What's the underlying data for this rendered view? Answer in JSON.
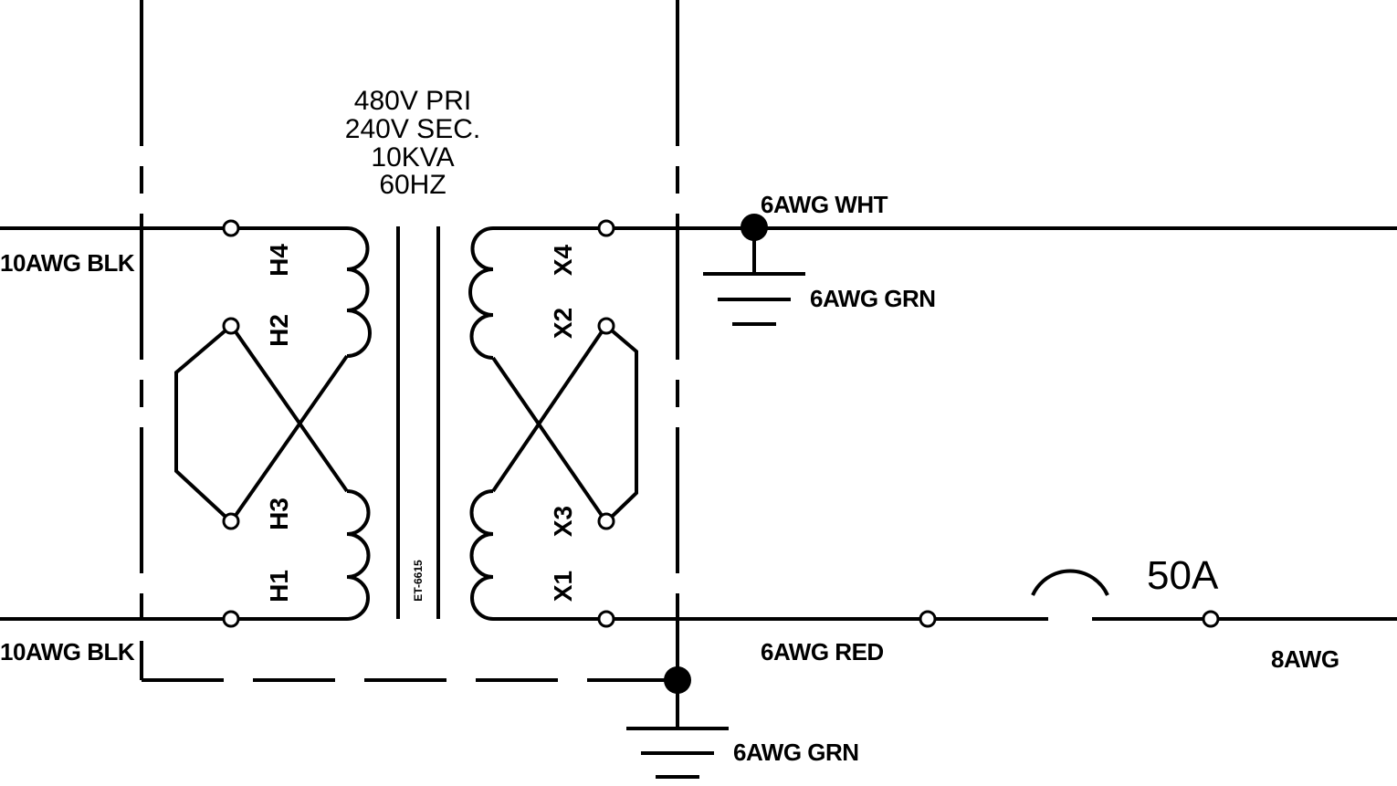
{
  "transformer": {
    "spec_lines": [
      "480V PRI",
      "240V SEC.",
      "10KVA",
      "60HZ"
    ],
    "model": "ET-6615",
    "primary_terminals": [
      "H4",
      "H2",
      "H3",
      "H1"
    ],
    "secondary_terminals": [
      "X4",
      "X2",
      "X3",
      "X1"
    ]
  },
  "wires": {
    "primary_top": "10AWG BLK",
    "primary_bottom": "10AWG BLK",
    "secondary_neutral": "6AWG WHT",
    "neutral_ground": "6AWG GRN",
    "secondary_hot": "6AWG RED",
    "enclosure_ground": "6AWG GRN",
    "load_out": "8AWG"
  },
  "breaker": {
    "rating": "50A"
  },
  "colors": {
    "line": "#000000",
    "background": "#ffffff"
  }
}
